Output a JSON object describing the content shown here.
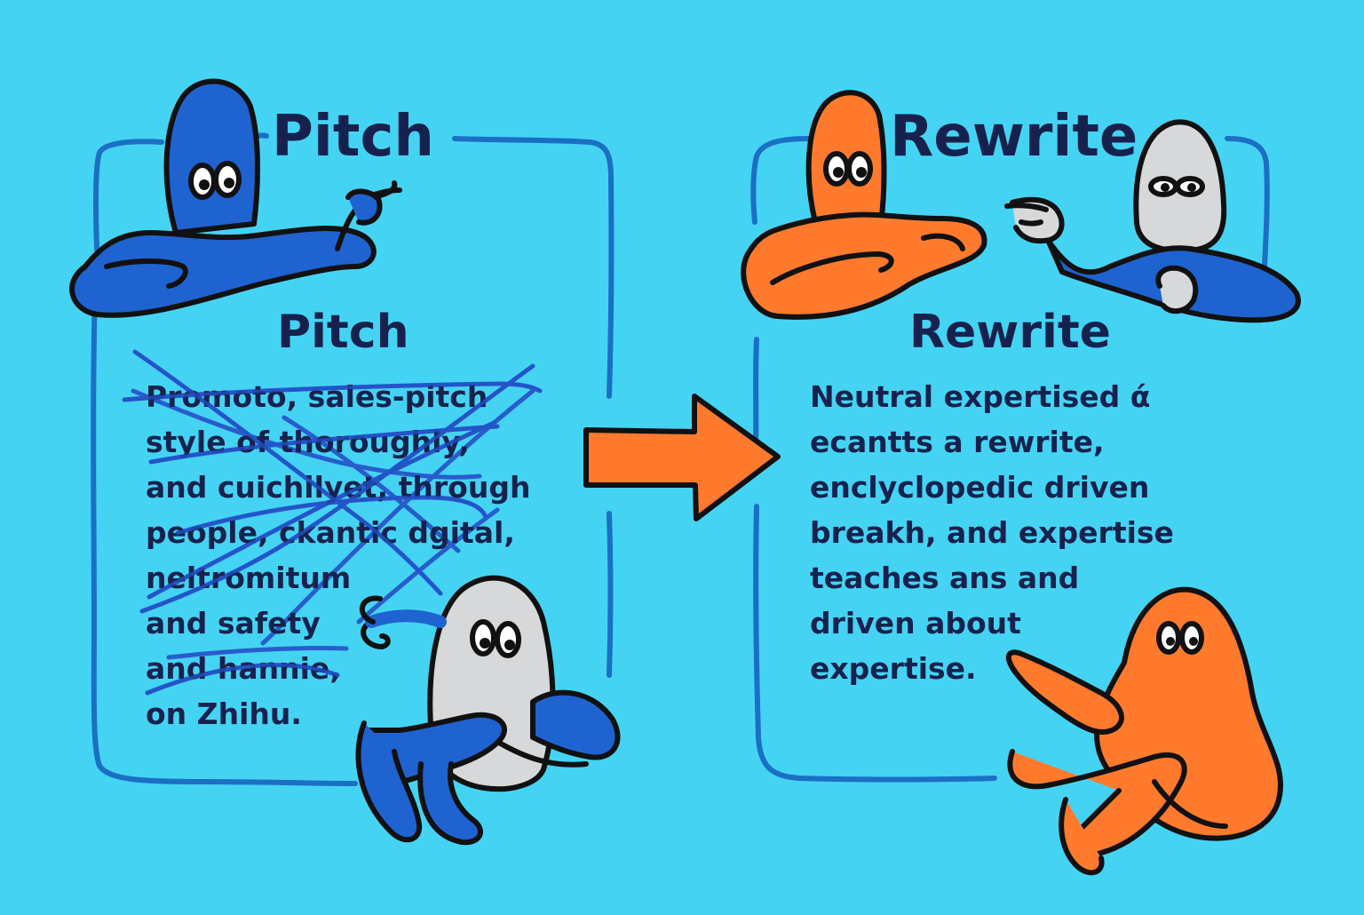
{
  "left_panel": {
    "frame_title": "Pitch",
    "heading": "Pitch",
    "lines": [
      "Promoto, sales-pitch",
      "style of thoroughly,",
      "and cuichilyet, through",
      "people, ckantic dgital,",
      "neltromitum",
      "and safety",
      "and hannie,",
      "on Zhihu."
    ],
    "crossed_out": true
  },
  "right_panel": {
    "frame_title": "Rewrite",
    "heading": "Rewrite",
    "lines": [
      "Neutral expertised ά",
      "ecantts a rewrite,",
      "enclyclopedic driven",
      "breakh, and expertise",
      "teaches ans and",
      "driven about",
      "expertise."
    ]
  },
  "colors": {
    "background": "#45d3f4",
    "frame": "#1b6fc4",
    "text": "#16224d",
    "blue_character": "#1f63d0",
    "orange_character": "#ff7a2c",
    "grey_character": "#d6d8da",
    "arrow": "#ff7a2c",
    "scribble": "#2451c8"
  },
  "icons": [
    "blue-pointing-character-icon",
    "orange-arms-crossed-character-icon",
    "grey-hooded-pointing-character-icon",
    "grey-blue-sitting-character-icon",
    "orange-sitting-character-icon",
    "right-arrow-icon"
  ]
}
